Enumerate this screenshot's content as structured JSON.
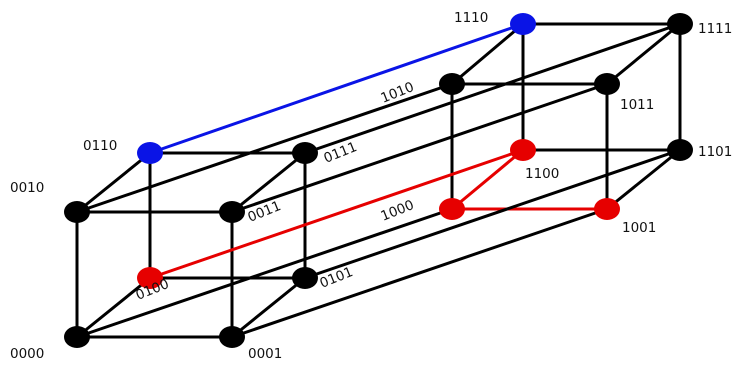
{
  "diagram": {
    "colors": {
      "black": "#000000",
      "red": "#e60000",
      "blue": "#0a14e6"
    },
    "nodes": [
      {
        "id": "0000",
        "label": "0000",
        "color": "black"
      },
      {
        "id": "0001",
        "label": "0001",
        "color": "black"
      },
      {
        "id": "0010",
        "label": "0010",
        "color": "black"
      },
      {
        "id": "0011",
        "label": "0011",
        "color": "black"
      },
      {
        "id": "0100",
        "label": "0100",
        "color": "red"
      },
      {
        "id": "0101",
        "label": "0101",
        "color": "black"
      },
      {
        "id": "0110",
        "label": "0110",
        "color": "blue"
      },
      {
        "id": "0111",
        "label": "0111",
        "color": "black"
      },
      {
        "id": "1000",
        "label": "1000",
        "color": "red"
      },
      {
        "id": "1001",
        "label": "1001",
        "color": "red"
      },
      {
        "id": "1010",
        "label": "1010",
        "color": "black"
      },
      {
        "id": "1011",
        "label": "1011",
        "color": "black"
      },
      {
        "id": "1100",
        "label": "1100",
        "color": "red"
      },
      {
        "id": "1101",
        "label": "1101",
        "color": "black"
      },
      {
        "id": "1110",
        "label": "1110",
        "color": "blue"
      },
      {
        "id": "1111",
        "label": "1111",
        "color": "black"
      }
    ],
    "edges": [
      {
        "from": "0000",
        "to": "0001",
        "color": "black"
      },
      {
        "from": "0000",
        "to": "0010",
        "color": "black"
      },
      {
        "from": "0010",
        "to": "0011",
        "color": "black"
      },
      {
        "from": "0001",
        "to": "0011",
        "color": "black"
      },
      {
        "from": "0100",
        "to": "0101",
        "color": "black"
      },
      {
        "from": "0100",
        "to": "0110",
        "color": "black"
      },
      {
        "from": "0110",
        "to": "0111",
        "color": "black"
      },
      {
        "from": "0101",
        "to": "0111",
        "color": "black"
      },
      {
        "from": "0000",
        "to": "0100",
        "color": "black"
      },
      {
        "from": "0001",
        "to": "0101",
        "color": "black"
      },
      {
        "from": "0010",
        "to": "0110",
        "color": "black"
      },
      {
        "from": "0011",
        "to": "0111",
        "color": "black"
      },
      {
        "from": "1000",
        "to": "1001",
        "color": "red"
      },
      {
        "from": "1000",
        "to": "1010",
        "color": "black"
      },
      {
        "from": "1010",
        "to": "1011",
        "color": "black"
      },
      {
        "from": "1001",
        "to": "1011",
        "color": "black"
      },
      {
        "from": "1100",
        "to": "1101",
        "color": "black"
      },
      {
        "from": "1100",
        "to": "1110",
        "color": "black"
      },
      {
        "from": "1110",
        "to": "1111",
        "color": "black"
      },
      {
        "from": "1101",
        "to": "1111",
        "color": "black"
      },
      {
        "from": "1000",
        "to": "1100",
        "color": "red"
      },
      {
        "from": "1001",
        "to": "1101",
        "color": "black"
      },
      {
        "from": "1010",
        "to": "1110",
        "color": "black"
      },
      {
        "from": "1011",
        "to": "1111",
        "color": "black"
      },
      {
        "from": "0000",
        "to": "1000",
        "color": "black"
      },
      {
        "from": "0001",
        "to": "1001",
        "color": "black"
      },
      {
        "from": "0010",
        "to": "1010",
        "color": "black"
      },
      {
        "from": "0011",
        "to": "1011",
        "color": "black"
      },
      {
        "from": "0100",
        "to": "1100",
        "color": "red"
      },
      {
        "from": "0101",
        "to": "1101",
        "color": "black"
      },
      {
        "from": "0110",
        "to": "1110",
        "color": "blue"
      },
      {
        "from": "0111",
        "to": "1111",
        "color": "black"
      }
    ]
  }
}
